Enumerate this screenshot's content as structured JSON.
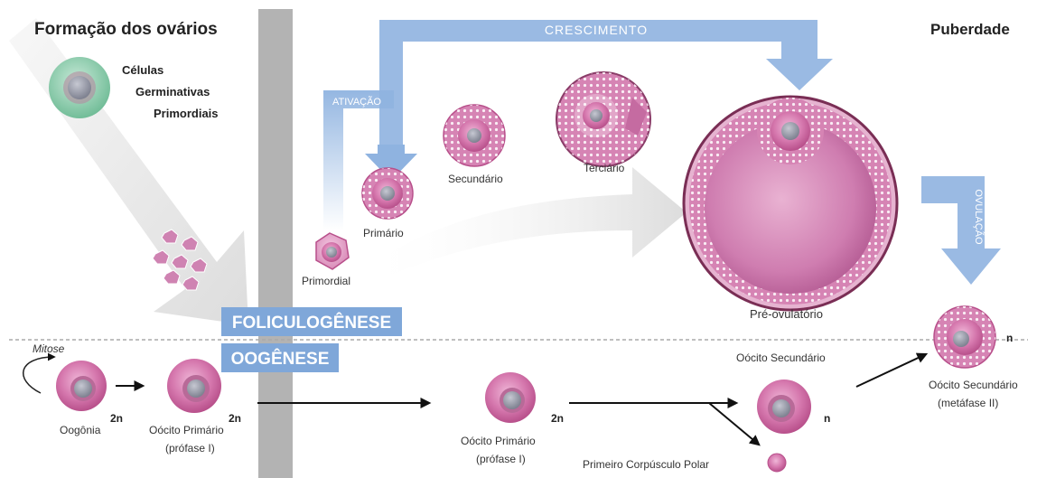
{
  "titles": {
    "left": "Formação dos ovários",
    "right": "Puberdade"
  },
  "cells_label": {
    "line1": "Células",
    "line2": "Germinativas",
    "line3": "Primordiais"
  },
  "arrows": {
    "crescimento": "CRESCIMENTO",
    "ativacao": "ATIVAÇÃO",
    "ovulacao": "OVULAÇÃO"
  },
  "follicles": {
    "primordial": "Primordial",
    "primario": "Primário",
    "secundario": "Secundário",
    "terciario": "Terciário",
    "pre_ovulatorio": "Pré-ovulatório"
  },
  "sections": {
    "foliculogenese": "FOLICULOGÊNESE",
    "oogenese": "OOGÊNESE"
  },
  "oogenesis": {
    "mitose": "Mitose",
    "oogonia": "Oogônia",
    "oocito_primario_1_line1": "Oócito Primário",
    "oocito_primario_1_line2": "(prófase I)",
    "oocito_primario_2_line1": "Oócito Primário",
    "oocito_primario_2_line2": "(prófase I)",
    "oocito_secundario": "Oócito Secundário",
    "oocito_secundario_meta_line1": "Oócito Secundário",
    "oocito_secundario_meta_line2": "(metáfase II)",
    "corpusculo_polar": "Primeiro Corpúsculo Polar",
    "ploidy_2n_a": "2n",
    "ploidy_2n_b": "2n",
    "ploidy_2n_c": "2n",
    "ploidy_n_a": "n",
    "ploidy_n_b": "n"
  },
  "colors": {
    "accent_blue": "#8fb3e0",
    "label_blue": "#7fa7d9",
    "oocyte_pink": "#c8609c",
    "nucleus_gray": "#8a8d99",
    "primordial_green": "#7fc7a4",
    "divider_gray": "#aaaaaa"
  }
}
